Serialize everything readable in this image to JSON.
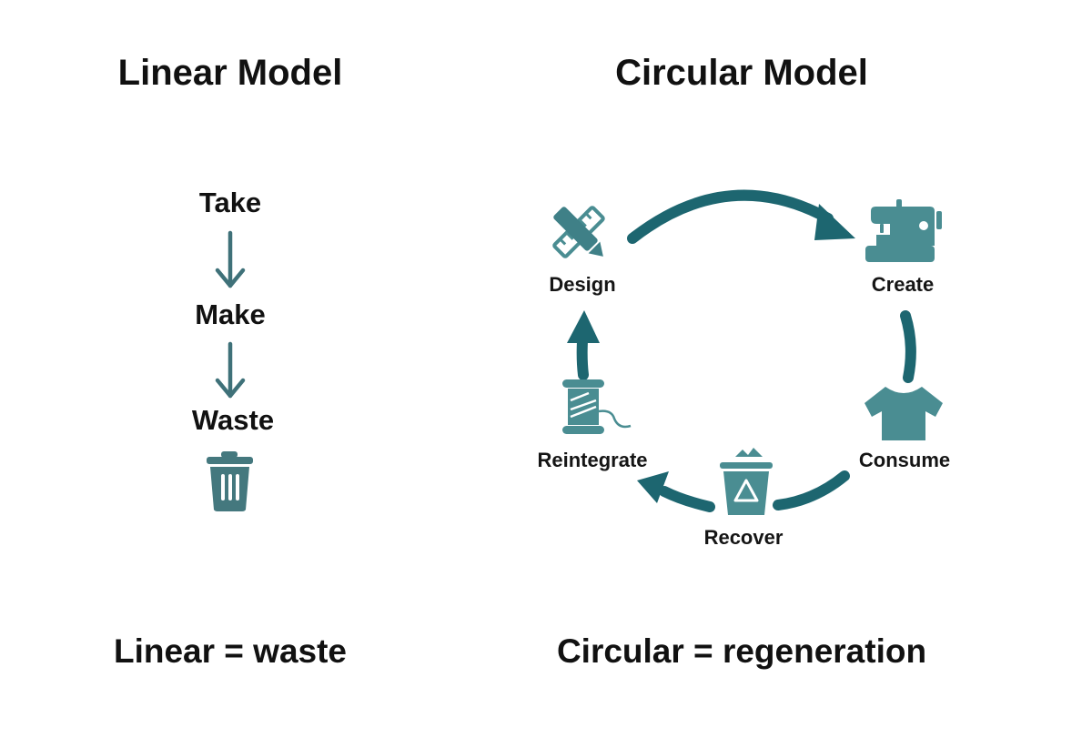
{
  "linear": {
    "title": "Linear Model",
    "steps": [
      "Take",
      "Make",
      "Waste"
    ],
    "end_icon": "trash-icon",
    "footer": "Linear = waste"
  },
  "circular": {
    "title": "Circular Model",
    "stages": [
      {
        "label": "Design",
        "icon": "pencil-ruler-icon"
      },
      {
        "label": "Create",
        "icon": "sewing-machine-icon"
      },
      {
        "label": "Consume",
        "icon": "tshirt-icon"
      },
      {
        "label": "Recover",
        "icon": "recycle-bin-icon"
      },
      {
        "label": "Reintegrate",
        "icon": "thread-spool-icon"
      }
    ],
    "footer": "Circular = regeneration"
  },
  "colors": {
    "arrow": "#1d6670",
    "icon": "#4a8d92",
    "linear_arrow": "#3f7179",
    "text": "#111111"
  }
}
